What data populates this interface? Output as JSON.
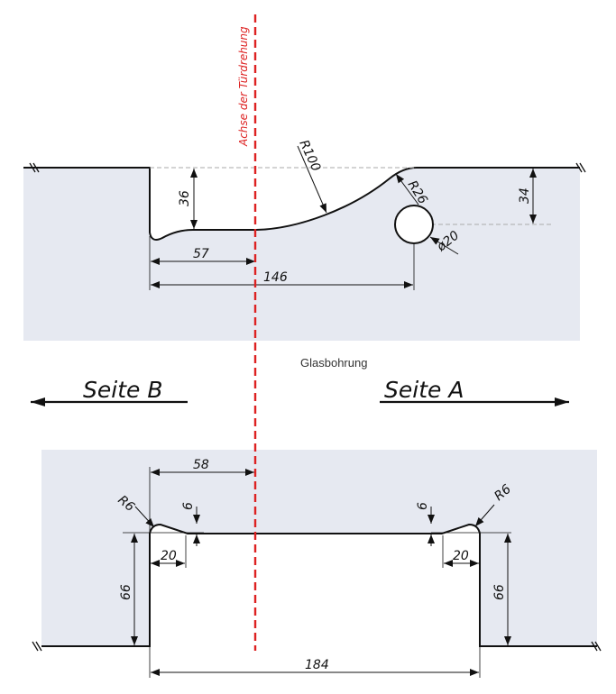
{
  "colors": {
    "glass_fill": "#e6e9f1",
    "outline": "#111111",
    "axis_line": "#dd2222",
    "hidden_line": "#aaaaaa"
  },
  "axis_label": "Achse der Türdrehung",
  "caption": "Glasbohrung",
  "side_b": "Seite B",
  "side_a": "Seite A",
  "top": {
    "r100": "R100",
    "d36": "36",
    "r26": "R26",
    "d34": "34",
    "hole": "ø20",
    "d57": "57",
    "d146": "146"
  },
  "bottom": {
    "d58": "58",
    "r6_left": "R6",
    "d6_left": "6",
    "d20_left": "20",
    "d66_left": "66",
    "d6_right": "6",
    "r6_right": "R6",
    "d20_right": "20",
    "d66_right": "66",
    "d184": "184"
  }
}
